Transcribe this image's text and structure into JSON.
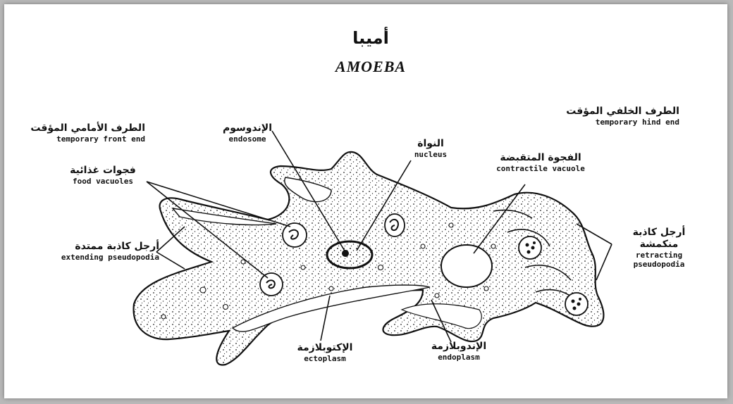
{
  "title_ar": "أميبا",
  "title_en": "AMOEBA",
  "labels": {
    "front_end": {
      "ar": "الطرف الأمامي المؤقت",
      "en": "temporary front end"
    },
    "hind_end": {
      "ar": "الطرف الخلفي المؤقت",
      "en": "temporary hind end"
    },
    "endosome": {
      "ar": "الإندوسوم",
      "en": "endosome"
    },
    "nucleus": {
      "ar": "النواة",
      "en": "nucleus"
    },
    "contractile": {
      "ar": "الفجوة المتقبضة",
      "en": "contractile vacuole"
    },
    "food": {
      "ar": "فجوات غذائية",
      "en": "food vacuoles"
    },
    "extending": {
      "ar": "أرجل كاذبة ممتدة",
      "en": "extending pseudopodia"
    },
    "retracting": {
      "ar": "أرجل كاذبة منكمشة",
      "en": "retracting pseudopodia"
    },
    "ectoplasm": {
      "ar": "الإكتوبلازمة",
      "en": "ectoplasm"
    },
    "endoplasm": {
      "ar": "الإندوبلازمة",
      "en": "endoplasm"
    }
  }
}
